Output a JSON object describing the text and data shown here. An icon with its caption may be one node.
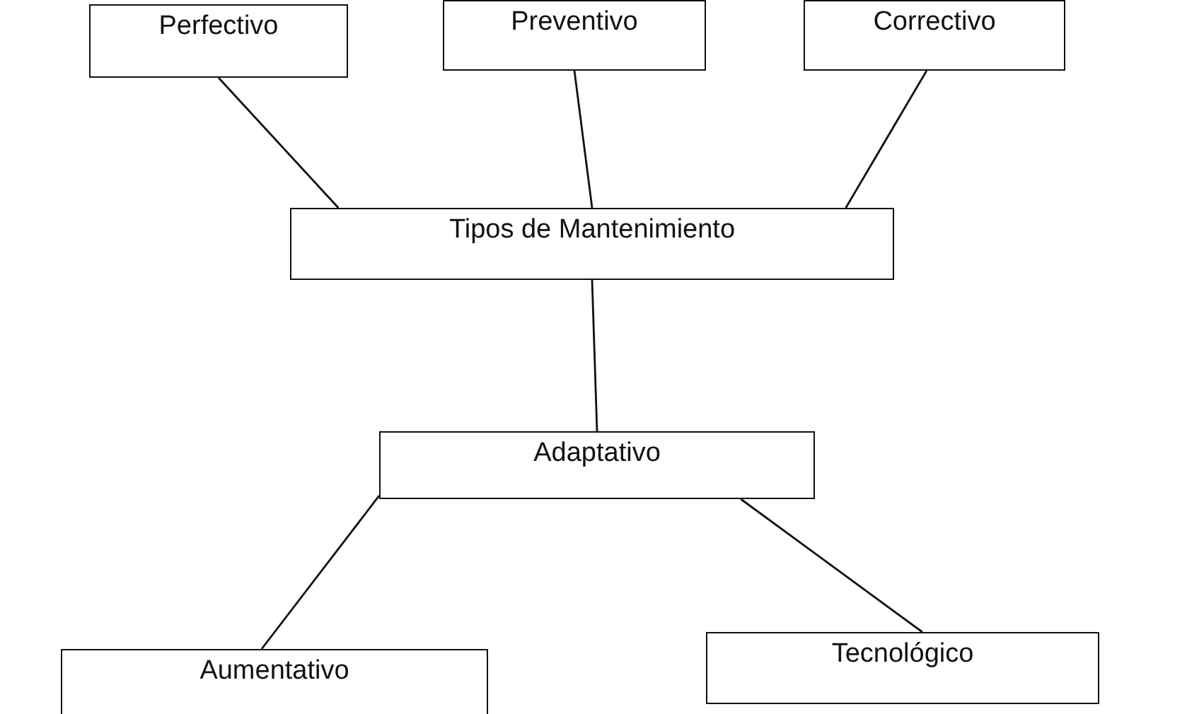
{
  "diagram": {
    "nodes": [
      {
        "text": [
          "Perfectivo"
        ]
      },
      {
        "text": [
          "Preventivo"
        ]
      },
      {
        "text": [
          "Correctivo"
        ]
      },
      {
        "text": [
          "Tipos de Mantenimiento"
        ]
      },
      {
        "text": [
          "Adaptativo"
        ]
      },
      {
        "text": [
          "Aumentativo"
        ]
      },
      {
        "text": [
          "Tecnológico"
        ]
      }
    ],
    "edges": [
      {
        "from": 3,
        "to": 0,
        "arrow": "none"
      },
      {
        "from": 3,
        "to": 1,
        "arrow": "none"
      },
      {
        "from": 3,
        "to": 2,
        "arrow": "none"
      },
      {
        "from": 3,
        "to": 4,
        "arrow": "none"
      },
      {
        "from": 4,
        "to": 5,
        "arrow": "none"
      },
      {
        "from": 4,
        "to": 6,
        "arrow": "none"
      }
    ]
  }
}
